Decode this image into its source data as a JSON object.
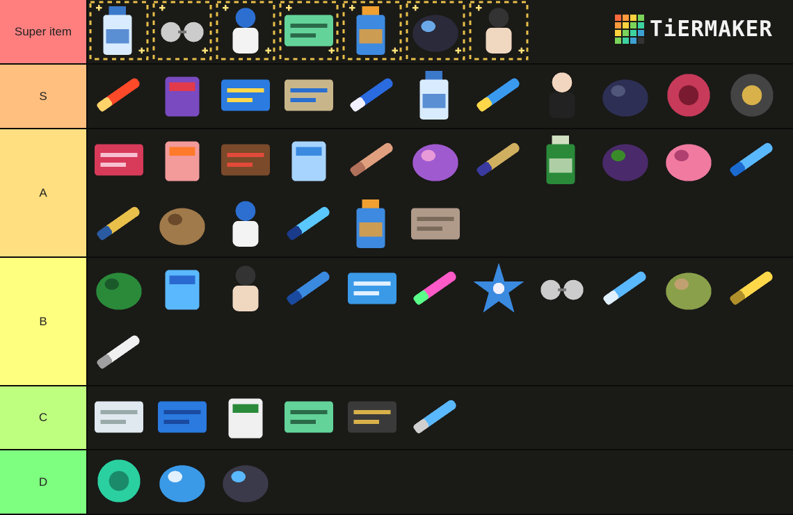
{
  "tiers": [
    {
      "label": "Super item",
      "color": "#ff7f7f",
      "items": [
        {
          "icon": "milk-bottle-icon",
          "frame": "gold"
        },
        {
          "icon": "glasses-icon",
          "frame": "gold"
        },
        {
          "icon": "doll-icon",
          "frame": "gold"
        },
        {
          "icon": "ticket-icon",
          "frame": "gold"
        },
        {
          "icon": "water-bottle-icon",
          "frame": "gold"
        },
        {
          "icon": "jellyfish-icon",
          "frame": "gold"
        },
        {
          "icon": "portrait-icon",
          "frame": "gold"
        }
      ]
    },
    {
      "label": "S",
      "color": "#ffbf7f",
      "items": [
        {
          "icon": "laser-icon"
        },
        {
          "icon": "grape-heart-cup-icon"
        },
        {
          "icon": "book-star-icon"
        },
        {
          "icon": "card-icon"
        },
        {
          "icon": "eraser-icon"
        },
        {
          "icon": "milk-bottle-icon"
        },
        {
          "icon": "comet-icon"
        },
        {
          "icon": "boy-icon"
        },
        {
          "icon": "smoke-icon"
        },
        {
          "icon": "rope-icon"
        },
        {
          "icon": "headphones-icon"
        }
      ]
    },
    {
      "label": "A",
      "color": "#ffdf7f",
      "items": [
        {
          "icon": "book-icon"
        },
        {
          "icon": "fire-cup-icon"
        },
        {
          "icon": "tray-icon"
        },
        {
          "icon": "cup-icon"
        },
        {
          "icon": "bandage-icon"
        },
        {
          "icon": "shrimp-icon"
        },
        {
          "icon": "hammer-icon"
        },
        {
          "icon": "green-bottle-icon"
        },
        {
          "icon": "grapes-icon"
        },
        {
          "icon": "piggy-bank-icon"
        },
        {
          "icon": "ice-sword-icon"
        },
        {
          "icon": "candy-icon"
        },
        {
          "icon": "potato-icon"
        },
        {
          "icon": "doll-icon"
        },
        {
          "icon": "light-saber-icon"
        },
        {
          "icon": "water-bottle-icon"
        },
        {
          "icon": "cutting-board-icon"
        }
      ]
    },
    {
      "label": "B",
      "color": "#ffff7f",
      "items": [
        {
          "icon": "rope-bag-icon"
        },
        {
          "icon": "crystal-icon"
        },
        {
          "icon": "portrait-icon"
        },
        {
          "icon": "blue-bow-icon"
        },
        {
          "icon": "video-box-icon"
        },
        {
          "icon": "crossed-sabers-icon"
        },
        {
          "icon": "music-note-icon"
        },
        {
          "icon": "glasses-icon"
        },
        {
          "icon": "star-wand-icon"
        },
        {
          "icon": "monkey-icon"
        },
        {
          "icon": "gold-key-icon"
        },
        {
          "icon": "feather-icon"
        }
      ]
    },
    {
      "label": "C",
      "color": "#bfff7f",
      "items": [
        {
          "icon": "mask-icon"
        },
        {
          "icon": "blue-note-icon"
        },
        {
          "icon": "coffee-cup-icon"
        },
        {
          "icon": "ticket-icon"
        },
        {
          "icon": "dark-card-icon"
        },
        {
          "icon": "syringe-icon"
        }
      ]
    },
    {
      "label": "D",
      "color": "#7fff7f",
      "items": [
        {
          "icon": "ring-icon"
        },
        {
          "icon": "water-drop-icon"
        },
        {
          "icon": "glove-icon"
        }
      ]
    }
  ],
  "logo": {
    "text": "TiERMAKER",
    "grid_colors": [
      "#ff6a3d",
      "#ff9a3d",
      "#ffd23d",
      "#7ad35a",
      "#ff9a3d",
      "#ffd23d",
      "#7ad35a",
      "#3dd3a0",
      "#ffd23d",
      "#7ad35a",
      "#3dd3a0",
      "#3da0d3",
      "#7ad35a",
      "#3dd3a0",
      "#3da0d3",
      "#333333"
    ]
  }
}
